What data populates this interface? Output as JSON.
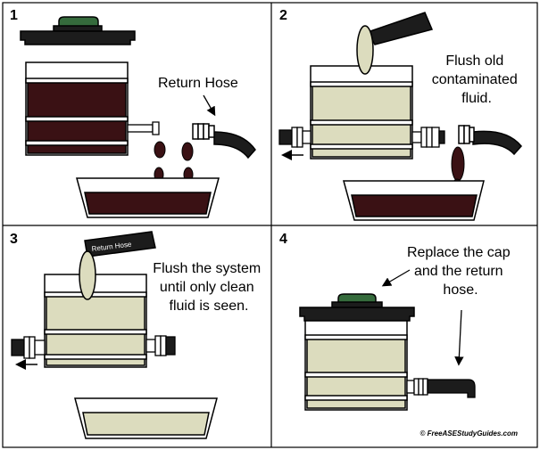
{
  "panels": [
    {
      "number": "1",
      "caption": [
        "Return Hose"
      ]
    },
    {
      "number": "2",
      "caption": [
        "Flush old",
        "contaminated",
        "fluid."
      ]
    },
    {
      "number": "3",
      "caption": [
        "Flush the system",
        "until only clean",
        "fluid is seen."
      ],
      "hose_tag": "Return Hose"
    },
    {
      "number": "4",
      "caption": [
        "Replace the cap",
        "and the return",
        "hose."
      ]
    }
  ],
  "credit": "© FreeASEStudyGuides.com",
  "colors": {
    "dirty_fluid": "#3a1114",
    "clean_fluid": "#dcdcbe",
    "cap_green": "#356b3c",
    "outline": "#000000"
  },
  "icons": [
    "return-hose-icon",
    "fitting-icon",
    "arrow-icon",
    "fluid-drop-icon"
  ]
}
